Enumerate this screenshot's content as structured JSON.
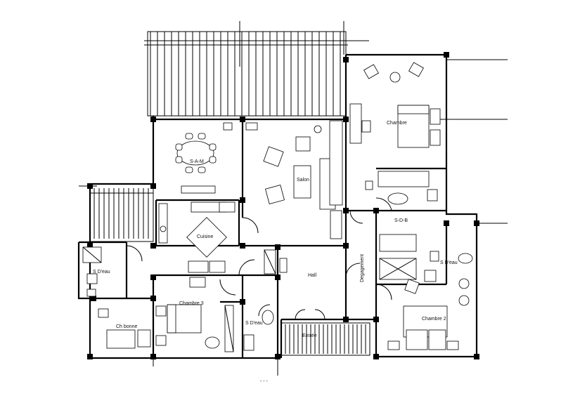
{
  "plan": {
    "rooms": {
      "sam": "S-A-M",
      "salon": "Salon",
      "chambre1": "Chambre",
      "cuisine": "Cuisine",
      "sdb": "S-D-B",
      "sdeau_left": "S D'eau",
      "sdeau_mid": "S D'eau",
      "sdeau_right": "S D'eau",
      "hall": "Hall",
      "degagement": "Degagement",
      "chambre3": "Chambre 3",
      "chambre2": "Chambre 2",
      "ch_bonne": "Ch bonne",
      "entree": "Entrée"
    },
    "footer_mark": "- - -"
  }
}
